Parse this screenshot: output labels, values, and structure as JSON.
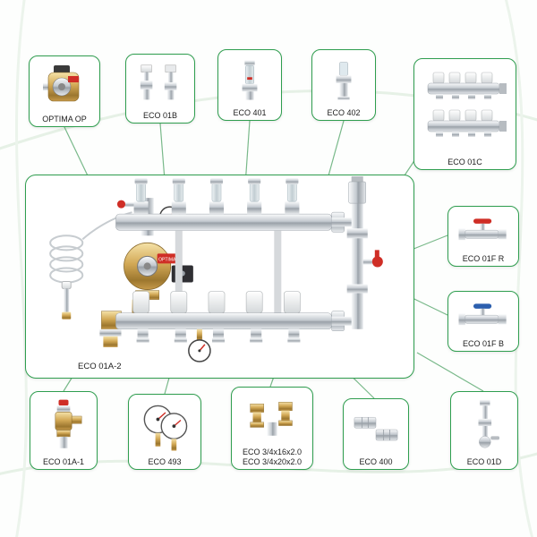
{
  "diagram": {
    "main_label": "ECO 01A-2",
    "pump_brand": "OPTIMA",
    "colors": {
      "border_green": "#2f9e4f",
      "line_green": "#79b98a",
      "brass": "#c79a4a",
      "red": "#cf2e26",
      "blue": "#2c5fae"
    },
    "callouts": [
      {
        "id": "optima-op",
        "label": "OPTIMA OP"
      },
      {
        "id": "eco-01b",
        "label": "ECO 01B"
      },
      {
        "id": "eco-401",
        "label": "ECO 401"
      },
      {
        "id": "eco-402",
        "label": "ECO 402"
      },
      {
        "id": "eco-01c",
        "label": "ECO 01C"
      },
      {
        "id": "eco-01f-r",
        "label": "ECO 01F R"
      },
      {
        "id": "eco-01f-b",
        "label": "ECO 01F B"
      },
      {
        "id": "eco-01a-1",
        "label": "ECO 01A-1"
      },
      {
        "id": "eco-493",
        "label": "ECO 493"
      },
      {
        "id": "eco-34",
        "label": "ECO 3/4x16x2.0",
        "label2": "ECO 3/4x20x2.0"
      },
      {
        "id": "eco-400",
        "label": "ECO 400"
      },
      {
        "id": "eco-01d",
        "label": "ECO 01D"
      }
    ]
  }
}
